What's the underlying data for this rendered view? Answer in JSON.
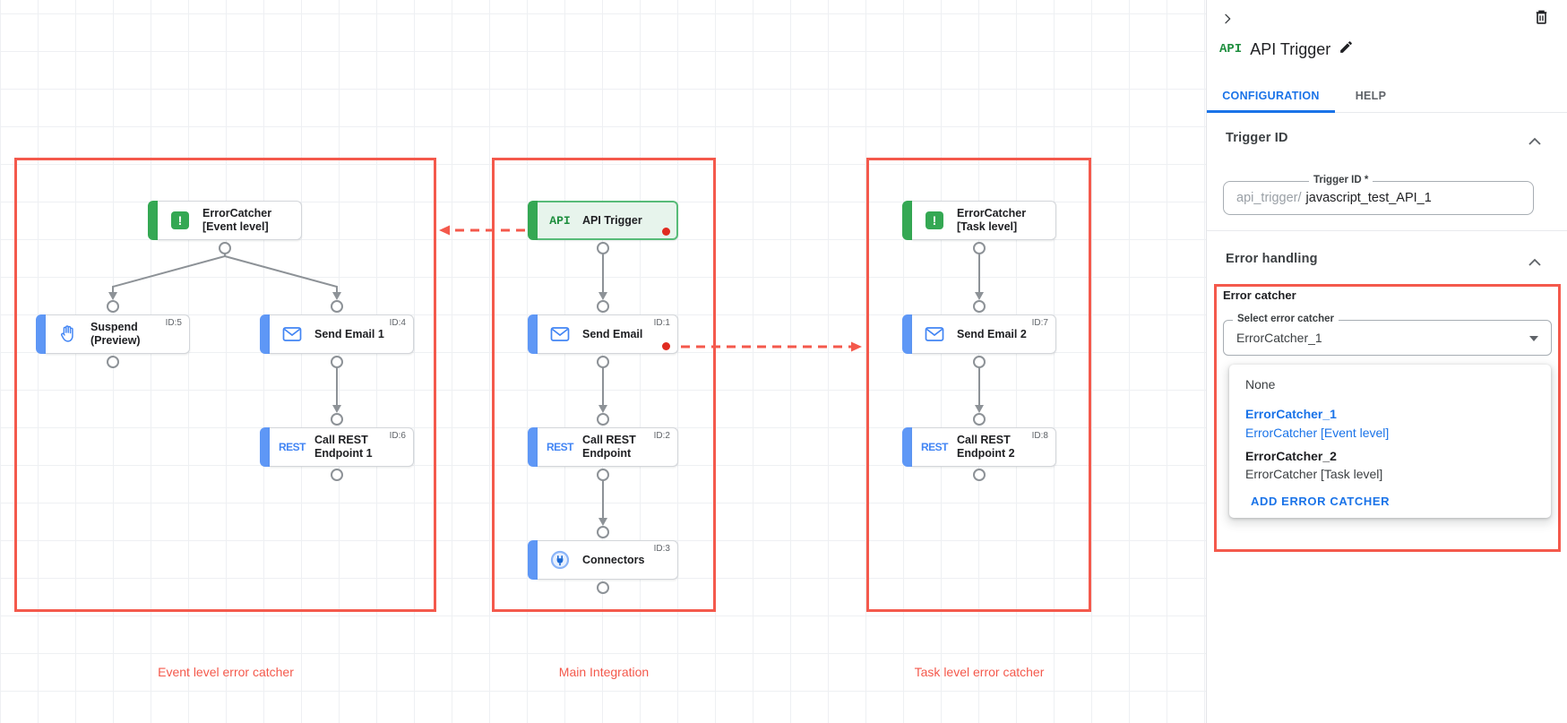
{
  "colors": {
    "annotation_red": "#f4594c",
    "status_dot_red": "#e02b20",
    "trigger_green": "#34a853",
    "task_blue": "#5e97f6",
    "link_blue": "#1a73e8",
    "connector_gray": "#8d9297"
  },
  "icons": {
    "api_logo": "API",
    "rest_logo": "REST",
    "error_mark": "!"
  },
  "canvas": {
    "group_labels": [
      "Event level error catcher",
      "Main Integration",
      "Task level error catcher"
    ],
    "nodes": {
      "ec_event": {
        "line1": "ErrorCatcher",
        "line2": "[Event level]"
      },
      "suspend": {
        "line1": "Suspend",
        "line2": "(Preview)",
        "id": "ID:5"
      },
      "send_email_1": {
        "line1": "Send Email 1",
        "id": "ID:4"
      },
      "call_rest_1": {
        "line1": "Call REST",
        "line2": "Endpoint 1",
        "id": "ID:6"
      },
      "api_trigger": {
        "line1": "API Trigger"
      },
      "send_email": {
        "line1": "Send Email",
        "id": "ID:1"
      },
      "call_rest": {
        "line1": "Call REST",
        "line2": "Endpoint",
        "id": "ID:2"
      },
      "connectors": {
        "line1": "Connectors",
        "id": "ID:3"
      },
      "ec_task": {
        "line1": "ErrorCatcher",
        "line2": "[Task level]"
      },
      "send_email_2": {
        "line1": "Send Email 2",
        "id": "ID:7"
      },
      "call_rest_2": {
        "line1": "Call REST",
        "line2": "Endpoint 2",
        "id": "ID:8"
      }
    }
  },
  "panel": {
    "title": "API Trigger",
    "tabs": [
      {
        "label": "CONFIGURATION"
      },
      {
        "label": "HELP"
      }
    ],
    "trigger_id": {
      "header": "Trigger ID",
      "field_label": "Trigger ID *",
      "prefix": "api_trigger/",
      "value": "javascript_test_API_1"
    },
    "error_handling": {
      "header": "Error handling",
      "group_label": "Error catcher",
      "select_label": "Select error catcher",
      "select_value": "ErrorCatcher_1",
      "dropdown": {
        "none_label": "None",
        "options": [
          {
            "name": "ErrorCatcher_1",
            "detail": "ErrorCatcher [Event level]"
          },
          {
            "name": "ErrorCatcher_2",
            "detail": "ErrorCatcher [Task level]"
          }
        ],
        "add_button": "ADD ERROR CATCHER"
      }
    }
  }
}
